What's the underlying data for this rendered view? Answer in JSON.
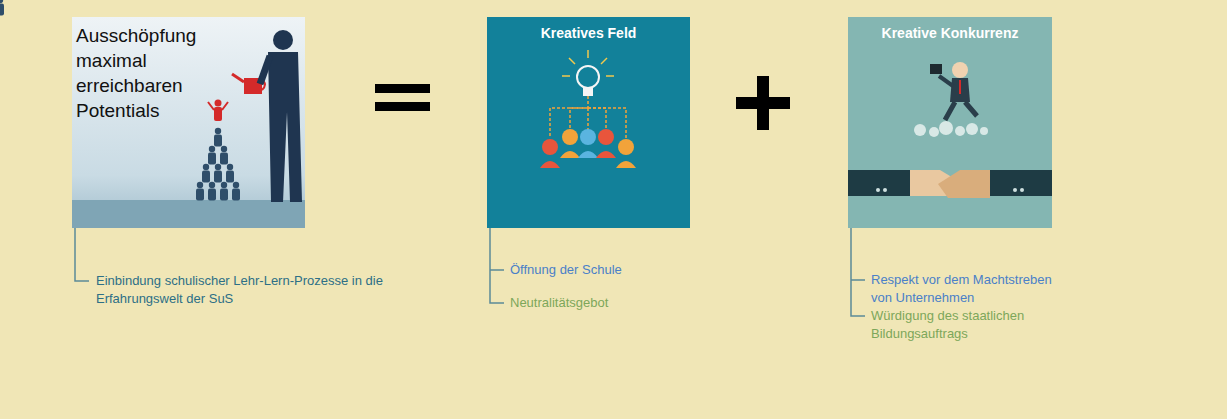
{
  "diagram": {
    "nodes": [
      {
        "text": [
          "Ausschöpfung maximal erreichbaren Potentials"
        ]
      },
      {
        "text": [
          "Kreatives Feld"
        ]
      },
      {
        "text": [
          "Kreative Konkurrenz"
        ]
      }
    ],
    "labels": [
      "Einbindung schulischer Lehr-Lern-Prozesse in die Erfahrungswelt der SuS",
      "Öffnung der Schule",
      "Neutralitätsgebot",
      "Respekt vor dem Machtstreben von Unternehmen",
      "Würdigung des staatlichen Bildungsauftrags"
    ]
  }
}
